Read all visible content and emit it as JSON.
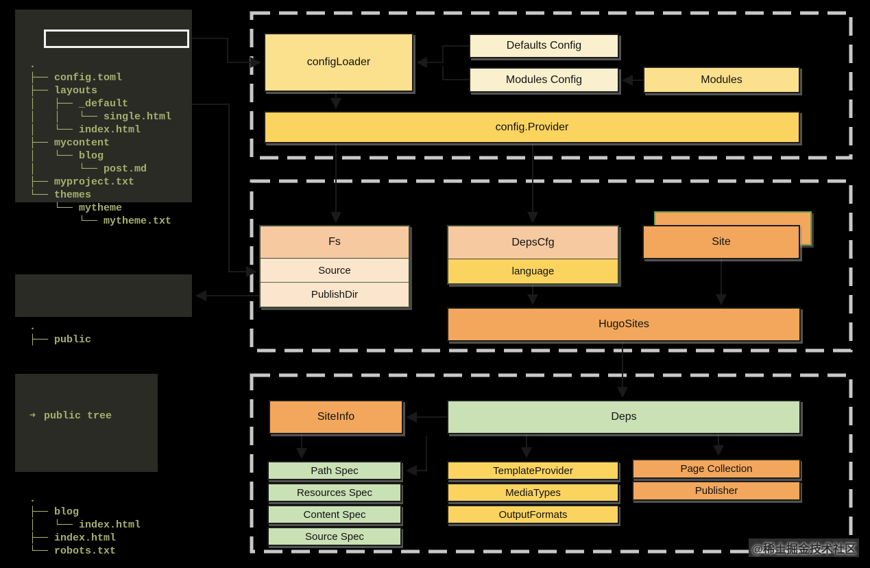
{
  "terminals": {
    "project": {
      "lines": [
        ".",
        "├── config.toml",
        "├── layouts",
        "│   ├── _default",
        "│   │   └── single.html",
        "│   └── index.html",
        "├── mycontent",
        "│   └── blog",
        "│       └── post.md",
        "├── myproject.txt",
        "└── themes",
        "    └── mytheme",
        "        └── mytheme.txt"
      ],
      "highlighted_entry": "config.toml"
    },
    "public_root": {
      "lines": [
        ".",
        "├── public"
      ]
    },
    "public_tree": {
      "prompt": "➜",
      "command": "public tree",
      "lines": [
        ".",
        "├── blog",
        "│   └── index.html",
        "├── index.html",
        "└── robots.txt"
      ]
    }
  },
  "diagram": {
    "config_group": {
      "config_loader": "configLoader",
      "defaults_config": "Defaults Config",
      "modules_config": "Modules Config",
      "modules": "Modules",
      "config_provider": "config.Provider"
    },
    "site_group": {
      "fs_title": "Fs",
      "fs_rows": [
        "Source",
        "PublishDir"
      ],
      "depscfg_title": "DepsCfg",
      "depscfg_rows": [
        "language"
      ],
      "site": "Site",
      "hugo_sites": "HugoSites"
    },
    "deps_group": {
      "site_info": "SiteInfo",
      "deps": "Deps",
      "spec_rows": [
        "Path Spec",
        "Resources Spec",
        "Content Spec",
        "Source Spec"
      ],
      "provider_rows": [
        "TemplateProvider",
        "MediaTypes",
        "OutputFormats"
      ],
      "page_rows": [
        "Page Collection",
        "Publisher"
      ]
    }
  },
  "watermark": "@稀土掘金技术社区",
  "colors": {
    "yellow": "#FBE08D",
    "cream": "#FBF0CE",
    "gold": "#FBD45F",
    "peach": "#F6C9A0",
    "light_peach": "#FBE5CD",
    "orange": "#F2A75C",
    "green": "#C9E1B5",
    "group_dash": "#C8C8C8",
    "terminal_bg": "#2B2B25",
    "terminal_text": "#A6B06E",
    "highlight_border": "#F2F2F2"
  }
}
